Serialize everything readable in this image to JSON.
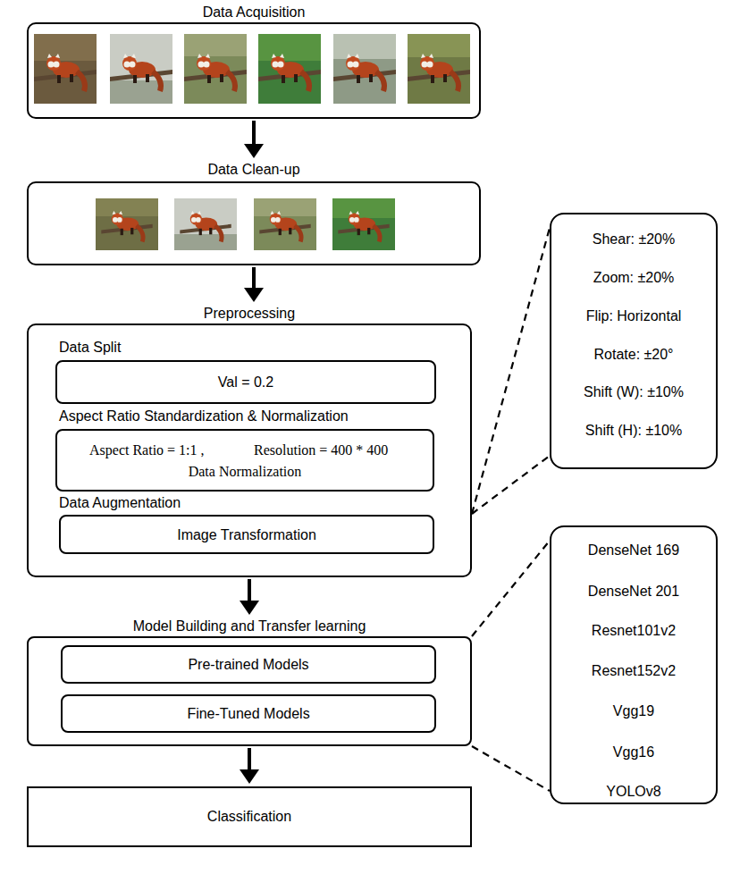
{
  "diagram": {
    "nodes": [
      {
        "text": [
          "Data Acquisition"
        ]
      },
      {
        "text": [
          "Data Clean-up"
        ]
      },
      {
        "text": [
          "Preprocessing"
        ]
      },
      {
        "text": [
          "Data Split",
          "Val = 0.2"
        ],
        "in": 2
      },
      {
        "text": [
          "Aspect Ratio Standardization & Normalization",
          "Aspect Ratio = 1:1 ,",
          "Resolution = 400 * 400",
          "Data Normalization"
        ],
        "in": 2
      },
      {
        "text": [
          "Data Augmentation",
          "Image Transformation"
        ],
        "in": 2
      },
      {
        "text": [
          "Shear: ±20%",
          "Zoom: ±20%",
          "Flip: Horizontal",
          "Rotate: ±20°",
          "Shift (W): ±10%",
          "Shift (H): ±10%"
        ]
      },
      {
        "text": [
          "Model Building and Transfer learning"
        ]
      },
      {
        "text": [
          "Pre-trained Models"
        ],
        "in": 7
      },
      {
        "text": [
          "Fine-Tuned Models"
        ],
        "in": 7
      },
      {
        "text": [
          "DenseNet 169",
          "DenseNet 201",
          "Resnet101v2",
          "Resnet152v2",
          "Vgg19",
          "Vgg16",
          "YOLOv8"
        ]
      },
      {
        "text": [
          "Classification"
        ]
      }
    ],
    "edges": [
      {
        "from": 0,
        "to": 1,
        "arrow": "to"
      },
      {
        "from": 1,
        "to": 2,
        "arrow": "to"
      },
      {
        "from": 2,
        "to": 7,
        "arrow": "to"
      },
      {
        "from": 7,
        "to": 11,
        "arrow": "to"
      },
      {
        "from": 2,
        "to": 6,
        "arrow": "none"
      },
      {
        "from": 7,
        "to": 10,
        "arrow": "none"
      }
    ]
  }
}
